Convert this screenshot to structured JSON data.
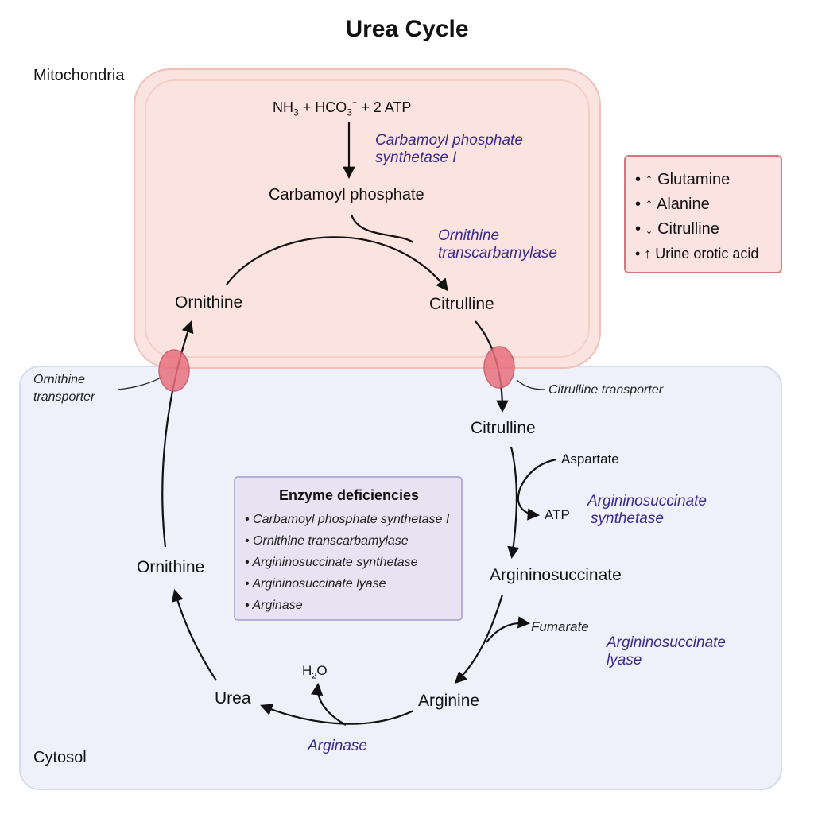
{
  "title": "Urea Cycle",
  "regions": {
    "mitochondria": "Mitochondria",
    "cytosol": "Cytosol"
  },
  "mitochondrial_steps": {
    "substrates": [
      "NH",
      "3",
      " + HCO",
      "3",
      "⁻",
      " + 2 ATP"
    ],
    "cps1_enzyme": [
      "Carbamoyl phosphate",
      "synthetase I"
    ],
    "carbamoyl_phosphate": "Carbamoyl phosphate",
    "otc_enzyme": [
      "Ornithine",
      "transcarbamylase"
    ],
    "ornithine_mito": "Ornithine",
    "citrulline_mito": "Citrulline"
  },
  "transporters": {
    "ornithine": [
      "Ornithine",
      "transporter"
    ],
    "citrulline": "Citrulline transporter"
  },
  "cytosolic_steps": {
    "citrulline": "Citrulline",
    "aspartate": "Aspartate",
    "atp": "ATP",
    "ass_enzyme": [
      "Argininosuccinate",
      "synthetase"
    ],
    "argininosuccinate": "Argininosuccinate",
    "fumarate": "Fumarate",
    "asl_enzyme": [
      "Argininosuccinate",
      "lyase"
    ],
    "arginine": "Arginine",
    "water": [
      "H",
      "2",
      "O"
    ],
    "arginase": "Arginase",
    "urea": "Urea",
    "ornithine": "Ornithine"
  },
  "lab_findings": [
    "• ↑ Glutamine",
    "• ↑ Alanine",
    "• ↓ Citrulline",
    "• ↑ Urine orotic acid"
  ],
  "enzyme_deficiencies": {
    "title": "Enzyme deficiencies",
    "items": [
      "• Carbamoyl phosphate synthetase I",
      "• Ornithine transcarbamylase",
      "• Argininosuccinate synthetase",
      "• Argininosuccinate lyase",
      "• Arginase"
    ]
  },
  "colors": {
    "mitochondria_fill": "#fbe3df",
    "cytosol_fill": "#eef1fa",
    "enzyme_text": "#3b2a8a",
    "transporter": "#e8707e",
    "lab_border": "#d47a7e"
  }
}
